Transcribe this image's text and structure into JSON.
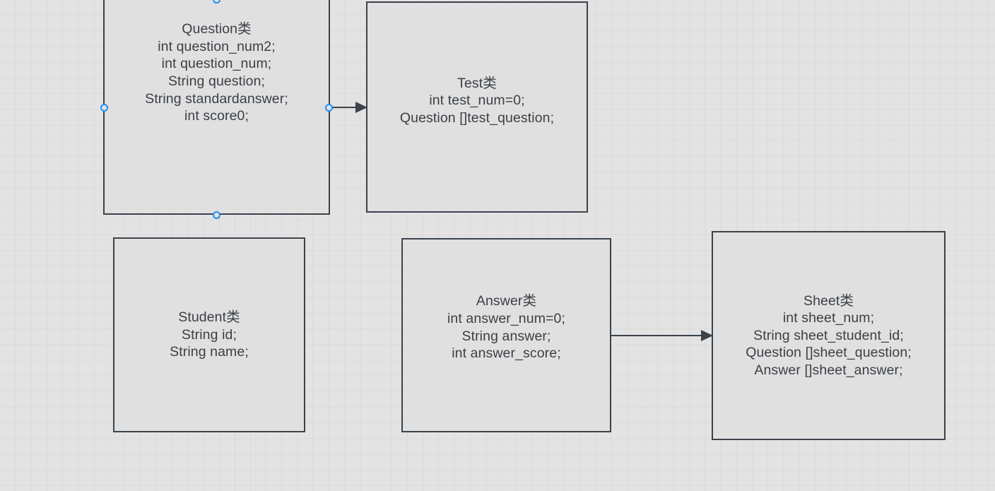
{
  "canvas": {
    "background_color": "#e3e3e3",
    "grid_color": "#d6d6d6",
    "grid_size": "22"
  },
  "style": {
    "box_fill": "#e0e0e0",
    "box_border": "#3b434b",
    "text_color": "#3b4046",
    "handle_color": "#1f8ff5",
    "connector_color": "#3b434b"
  },
  "diagram": {
    "boxes": [
      {
        "id": "question",
        "title": "Question类",
        "selected": "true",
        "lines": [
          "Question类",
          "int question_num2;",
          "int question_num;",
          "String question;",
          "String standardanswer;",
          "int score0;"
        ],
        "text": "Question类\nint question_num2;\nint question_num;\nString question;\nString standardanswer;\nint score0;"
      },
      {
        "id": "test",
        "title": "Test类",
        "selected": "false",
        "lines": [
          "Test类",
          "int test_num=0;",
          "Question []test_question;"
        ],
        "text": "Test类\nint test_num=0;\nQuestion []test_question;"
      },
      {
        "id": "student",
        "title": "Student类",
        "selected": "false",
        "lines": [
          "Student类",
          "String id;",
          "String name;"
        ],
        "text": "Student类\nString id;\nString name;"
      },
      {
        "id": "answer",
        "title": "Answer类",
        "selected": "false",
        "lines": [
          "Answer类",
          "int answer_num=0;",
          "String answer;",
          "int answer_score;"
        ],
        "text": "Answer类\nint answer_num=0;\nString answer;\nint answer_score;"
      },
      {
        "id": "sheet",
        "title": "Sheet类",
        "selected": "false",
        "lines": [
          "Sheet类",
          "int sheet_num;",
          "String sheet_student_id;",
          "Question []sheet_question;",
          "Answer []sheet_answer;"
        ],
        "text": "Sheet类\nint sheet_num;\nString sheet_student_id;\nQuestion []sheet_question;\nAnswer []sheet_answer;"
      }
    ],
    "connectors": [
      {
        "id": "question-test",
        "from": "question",
        "to": "test",
        "arrow": "filled-triangle"
      },
      {
        "id": "answer-sheet",
        "from": "answer",
        "to": "sheet",
        "arrow": "filled-triangle"
      }
    ],
    "handles": [
      {
        "id": "question-top",
        "position": "top-center"
      },
      {
        "id": "question-left",
        "position": "left-center"
      },
      {
        "id": "question-right",
        "position": "right-center"
      },
      {
        "id": "question-bottom",
        "position": "bottom-center"
      }
    ]
  }
}
